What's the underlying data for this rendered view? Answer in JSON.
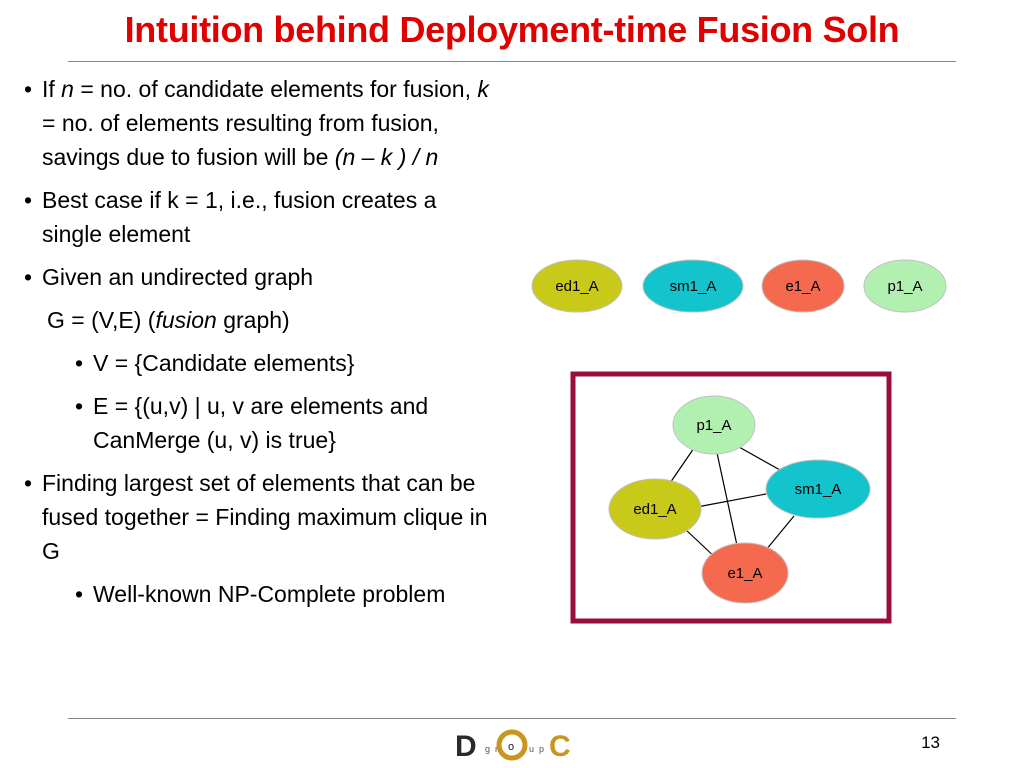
{
  "slide": {
    "title": "Intuition behind Deployment-time Fusion Soln",
    "page_number": "13"
  },
  "bullets": {
    "b1": {
      "p1": "If ",
      "n": "n",
      "p2": " = no. of candidate elements for fusion, ",
      "k": "k",
      "p3": " = no. of elements resulting from fusion, savings due to fusion will be ",
      "formula": "(n – k ) / n"
    },
    "b2": "Best case if k = 1, i.e., fusion creates a single element",
    "b3": "Given an undirected graph",
    "b3_graph": {
      "prefix": "G = (V,E) (",
      "fusion": "fusion",
      "suffix": " graph)"
    },
    "b3_sub1": "V = {Candidate elements}",
    "b3_sub2": "E = {(u,v) | u, v are elements and CanMerge (u, v) is true}",
    "b4": "Finding largest set of elements that can be fused together = Finding maximum clique in G",
    "b4_sub1": "Well-known NP-Complete problem"
  },
  "elements_row": [
    {
      "label": "ed1_A",
      "color": "#c9c91a"
    },
    {
      "label": "sm1_A",
      "color": "#14c4cc"
    },
    {
      "label": "e1_A",
      "color": "#f56a4f"
    },
    {
      "label": "p1_A",
      "color": "#b2f0b2"
    }
  ],
  "fusion_graph": {
    "frame_color": "#9a0f3a",
    "nodes": [
      {
        "label": "p1_A",
        "color": "#b2f0b2"
      },
      {
        "label": "sm1_A",
        "color": "#14c4cc"
      },
      {
        "label": "ed1_A",
        "color": "#c9c91a"
      },
      {
        "label": "e1_A",
        "color": "#f56a4f"
      }
    ]
  },
  "footer": {
    "logo_letters": [
      "D",
      "g",
      "r",
      "o",
      "u",
      "p",
      "C"
    ],
    "logo_brand_color": "#c8961e"
  }
}
